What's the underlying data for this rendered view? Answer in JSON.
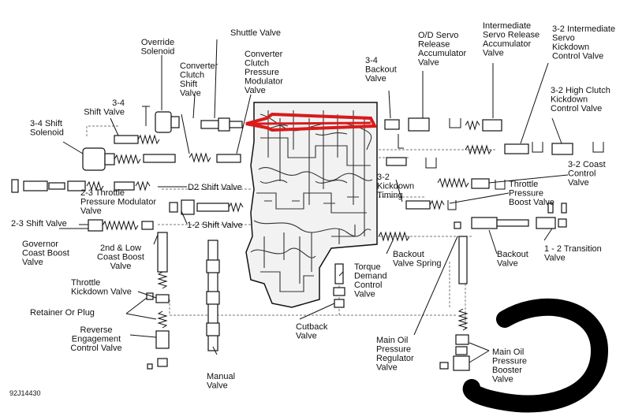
{
  "labels": {
    "override_solenoid": "Override\nSolenoid",
    "shuttle_valve": "Shuttle Valve",
    "converter_clutch_shift_valve": "Converter\nClutch\nShift\nValve",
    "converter_clutch_pressure_modulator_valve": "Converter\nClutch\nPressure\nModulator\nValve",
    "backout_3_4_valve": "3-4\nBackout\nValve",
    "od_servo_release_accumulator_valve": "O/D Servo\nRelease\nAccumulator\nValve",
    "intermediate_servo_release_accumulator_valve": "Intermediate\nServo Release\nAccumulator\nValve",
    "intermediate_servo_kickdown_control_valve_3_2": "3-2 Intermediate\nServo\nKickdown\nControl Valve",
    "shift_valve_3_4": "3-4\nShift Valve",
    "shift_solenoid_3_4": "3-4 Shift\nSolenoid",
    "high_clutch_kickdown_control_valve_3_2": "3-2 High Clutch\nKickdown\nControl Valve",
    "coast_control_valve_3_2": "3-2 Coast\nControl\nValve",
    "kickdown_timing_3_2": "3-2\nKickdown\nTiming",
    "throttle_pressure_modulator_valve_2_3": "2-3 Throttle\nPressure Modulator\nValve",
    "d2_shift_valve": "D2 Shift Valve",
    "throttle_pressure_boost_valve": "Throttle\nPressure\nBoost Valve",
    "shift_valve_2_3": "2-3 Shift Valve",
    "shift_valve_1_2": "1-2 Shift Valve",
    "governor_coast_boost_valve": "Governor\nCoast Boost\nValve",
    "second_low_coast_boost_valve": "2nd & Low\nCoast Boost\nValve",
    "backout_valve_spring": "Backout\nValve Spring",
    "backout_valve": "Backout\nValve",
    "transition_valve_1_2": "1 - 2 Transition\nValve",
    "torque_demand_control_valve": "Torque\nDemand\nControl\nValve",
    "throttle_kickdown_valve": "Throttle\nKickdown Valve",
    "retainer_or_plug": "Retainer Or Plug",
    "reverse_engagement_control_valve": "Reverse\nEngagement\nControl Valve",
    "cutback_valve": "Cutback\nValve",
    "main_oil_pressure_regulator_valve": "Main Oil\nPressure\nRegulator\nValve",
    "main_oil_pressure_booster_valve": "Main Oil\nPressure\nBooster\nValve",
    "manual_valve": "Manual\nValve"
  },
  "figure_code": "92J14430",
  "colors": {
    "line": "#111111",
    "annotation_arrow": "#d81b1b",
    "annotation_circle": "#000000",
    "background": "#ffffff"
  }
}
